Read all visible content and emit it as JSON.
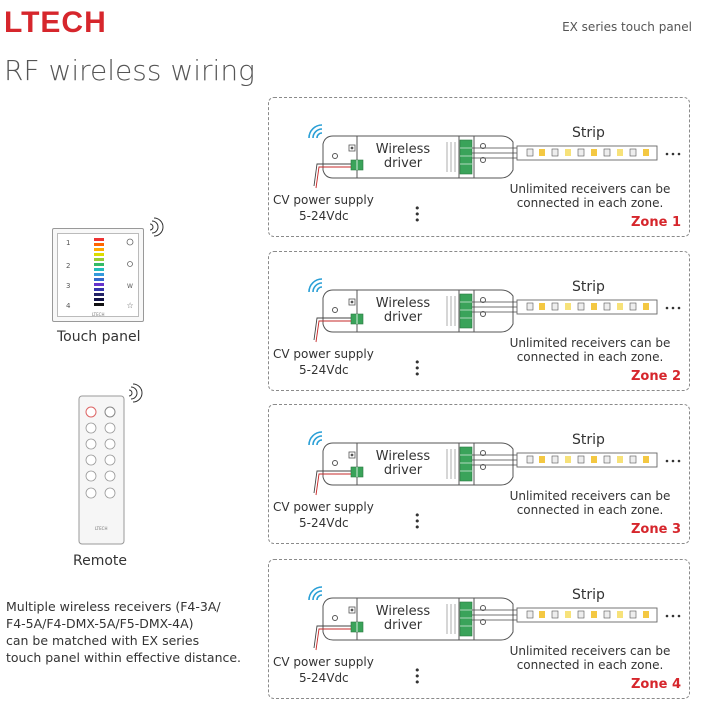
{
  "header": {
    "brand": "LTECH",
    "series": "EX series touch panel",
    "title": "RF wireless wiring"
  },
  "devices": {
    "touch_panel_caption": "Touch panel",
    "remote_caption": "Remote"
  },
  "note": "Multiple wireless receivers (F4-3A/\nF4-5A/F4-DMX-5A/F5-DMX-4A)\ncan be matched with EX series\ntouch panel within effective distance.",
  "zones": [
    {
      "zone_label": "Zone 1",
      "driver_label_1": "Wireless",
      "driver_label_2": "driver",
      "strip_label": "Strip",
      "power_1": "CV power supply",
      "power_2": "5-24Vdc",
      "receivers_1": "Unlimited receivers can be",
      "receivers_2": "connected in each zone."
    },
    {
      "zone_label": "Zone 2",
      "driver_label_1": "Wireless",
      "driver_label_2": "driver",
      "strip_label": "Strip",
      "power_1": "CV power supply",
      "power_2": "5-24Vdc",
      "receivers_1": "Unlimited receivers can be",
      "receivers_2": "connected in each zone."
    },
    {
      "zone_label": "Zone 3",
      "driver_label_1": "Wireless",
      "driver_label_2": "driver",
      "strip_label": "Strip",
      "power_1": "CV power supply",
      "power_2": "5-24Vdc",
      "receivers_1": "Unlimited receivers can be",
      "receivers_2": "connected in each zone."
    },
    {
      "zone_label": "Zone 4",
      "driver_label_1": "Wireless",
      "driver_label_2": "driver",
      "strip_label": "Strip",
      "power_1": "CV power supply",
      "power_2": "5-24Vdc",
      "receivers_1": "Unlimited receivers can be",
      "receivers_2": "connected in each zone."
    }
  ],
  "colors": {
    "brand": "#d6262c",
    "zone_label": "#d6262c",
    "signal": "#2a9fd6"
  },
  "icons": {
    "signal": "wifi-signal-icon",
    "wire": "power-wire-icon"
  }
}
